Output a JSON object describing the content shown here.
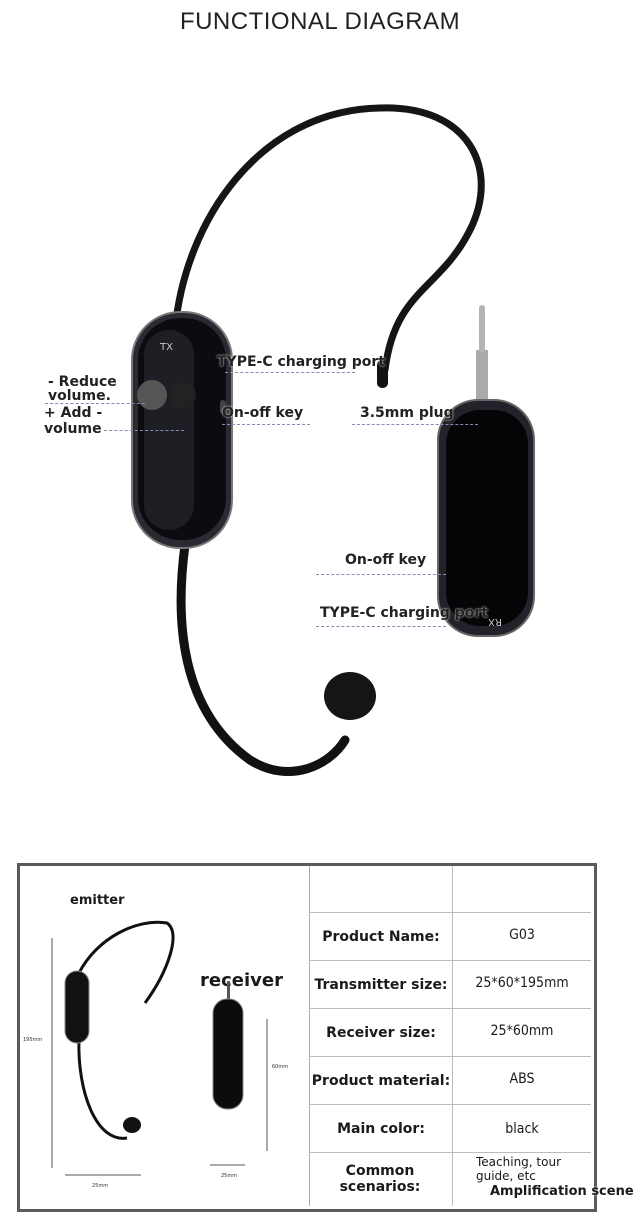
{
  "title": "FUNCTIONAL DIAGRAM",
  "transmitter": {
    "device_label": "TX",
    "callouts": {
      "reduce_volume": "- Reduce volume.",
      "add_volume": "+ Add -volume",
      "type_c": "TYPE-C charging port",
      "on_off": "On-off key"
    }
  },
  "receiver": {
    "device_label": "RX",
    "callouts": {
      "plug": "3.5mm plug",
      "on_off": "On-off key",
      "type_c": "TYPE-C charging port"
    }
  },
  "spec_panel": {
    "emitter_label": "emitter",
    "receiver_label": "receiver",
    "dims": {
      "emitter_height": "195mm",
      "emitter_width": "25mm",
      "receiver_height": "60mm",
      "receiver_width": "25mm"
    },
    "rows": [
      {
        "key": "Product Name:",
        "value": "G03"
      },
      {
        "key": "Transmitter size:",
        "value": "25*60*195mm"
      },
      {
        "key": "Receiver size:",
        "value": "25*60mm"
      },
      {
        "key": "Product material:",
        "value": "ABS"
      },
      {
        "key": "Main color:",
        "value": "black"
      },
      {
        "key": "Common scenarios:",
        "value": "Teaching, tour guide, etc",
        "overlay": "Amplification scene"
      }
    ]
  },
  "colors": {
    "device": "#111111",
    "callout_line": "#8a8ab0",
    "frame": "#5a5a5a"
  }
}
